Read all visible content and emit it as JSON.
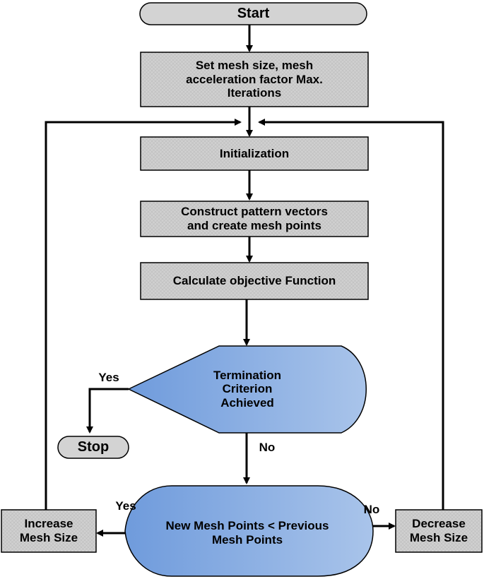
{
  "diagram": {
    "nodes": {
      "start": "Start",
      "set_params": "Set mesh size, mesh\nacceleration factor Max.\nIterations",
      "init": "Initialization",
      "construct": "Construct pattern vectors\nand create mesh points",
      "calc": "Calculate objective Function",
      "termination": "Termination\nCriterion\nAchieved",
      "stop": "Stop",
      "compare": "New Mesh Points < Previous\nMesh Points",
      "increase": "Increase\nMesh Size",
      "decrease": "Decrease\nMesh Size"
    },
    "edge_labels": {
      "term_yes": "Yes",
      "term_no": "No",
      "compare_yes": "Yes",
      "compare_no": "No"
    }
  },
  "colors": {
    "process_fill": "#d0d0d0",
    "terminal_fill": "#d3d3d3",
    "decision_fill_light": "#a9c4ea",
    "decision_fill_dark": "#6f9bdc",
    "stroke": "#000000"
  }
}
